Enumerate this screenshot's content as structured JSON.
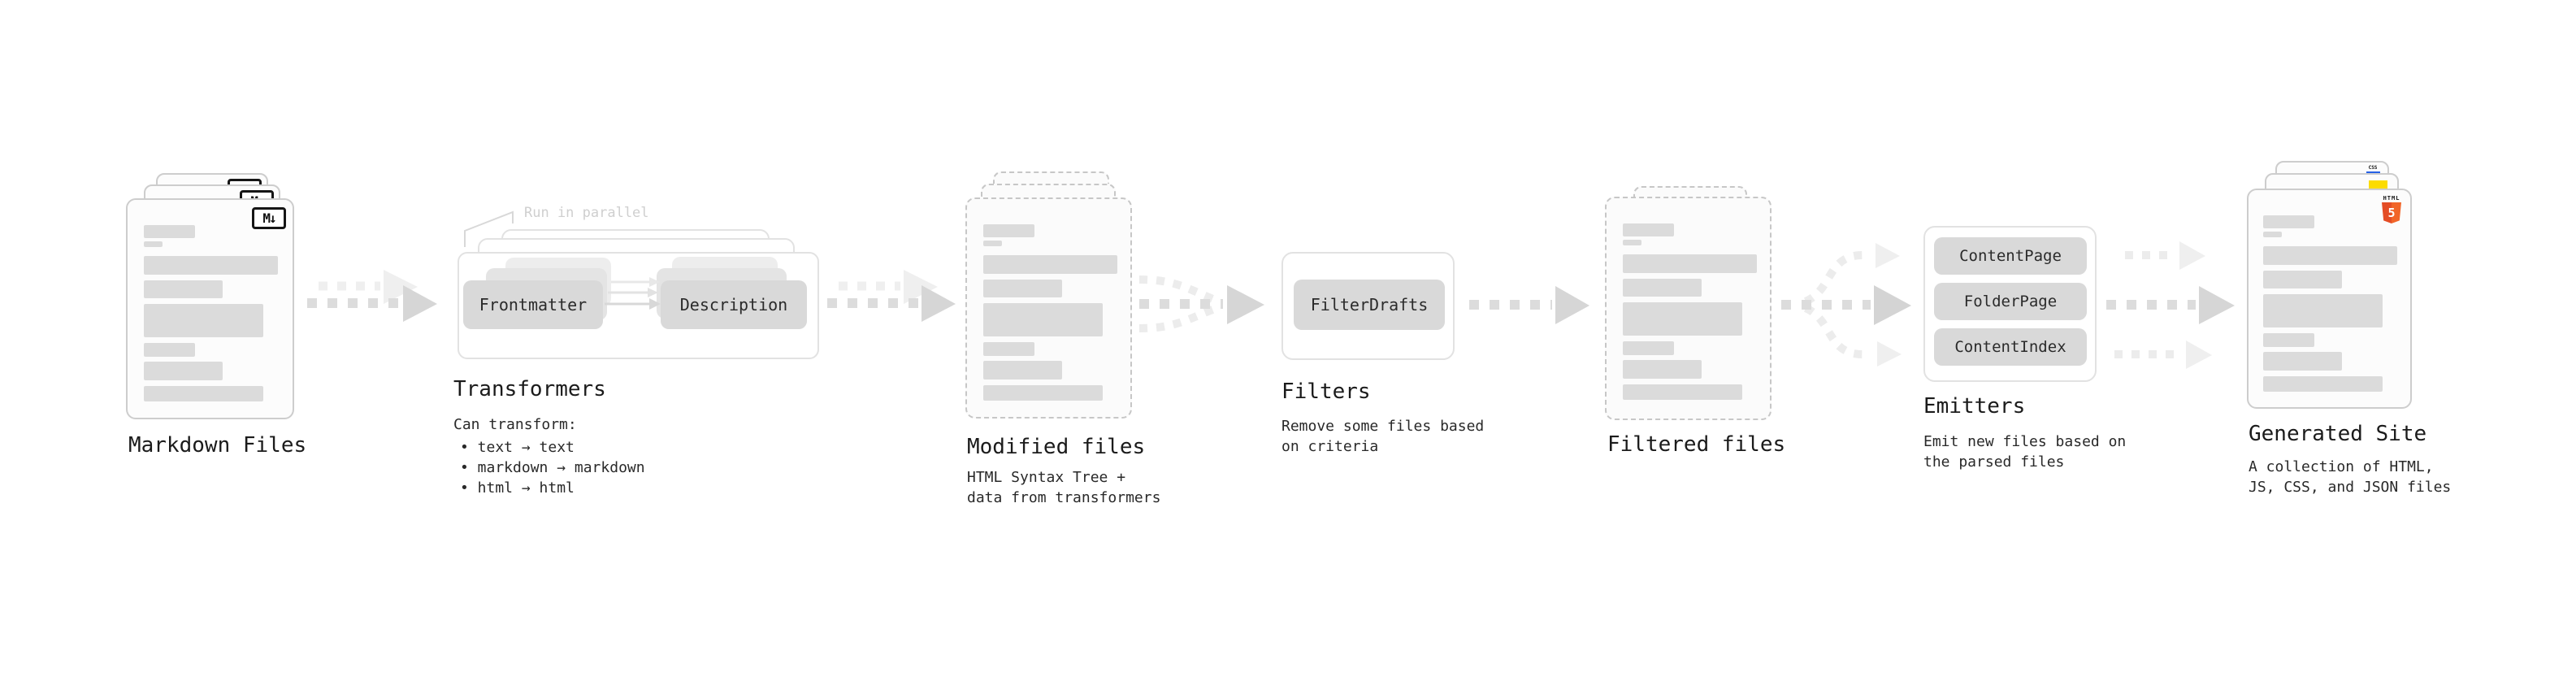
{
  "stages": {
    "markdown": {
      "label": "Markdown Files",
      "badge": "M↓"
    },
    "transformers": {
      "label": "Transformers",
      "note": "Run in parallel",
      "left_chip": "Frontmatter",
      "right_chip": "Description",
      "desc_title": "Can transform:",
      "bullets": [
        "• text → text",
        "• markdown → markdown",
        "• html → html"
      ]
    },
    "modified": {
      "label": "Modified files",
      "desc": [
        "HTML Syntax Tree +",
        "data from transformers"
      ]
    },
    "filters": {
      "label": "Filters",
      "chip": "FilterDrafts",
      "desc": [
        "Remove some files based",
        "on criteria"
      ]
    },
    "filtered": {
      "label": "Filtered files"
    },
    "emitters": {
      "label": "Emitters",
      "chips": [
        "ContentPage",
        "FolderPage",
        "ContentIndex"
      ],
      "desc": [
        "Emit new files based on",
        "the parsed files"
      ]
    },
    "generated": {
      "label": "Generated Site",
      "desc": [
        "A collection of HTML,",
        "JS, CSS, and JSON files"
      ],
      "html5_badge": {
        "word": "HTML",
        "numeral": "5"
      },
      "css_badge": "CSS"
    }
  },
  "colors": {
    "html5_orange": "#e44d26",
    "html5_orange_light": "#f16529",
    "css_blue": "#2761e6",
    "js_yellow": "#fcdc00",
    "chip_gray": "#d9d9d9",
    "bar_gray": "#dbdbdb",
    "arrow_gray": "#dcdcdc",
    "arrow_ghost": "#efefef"
  }
}
